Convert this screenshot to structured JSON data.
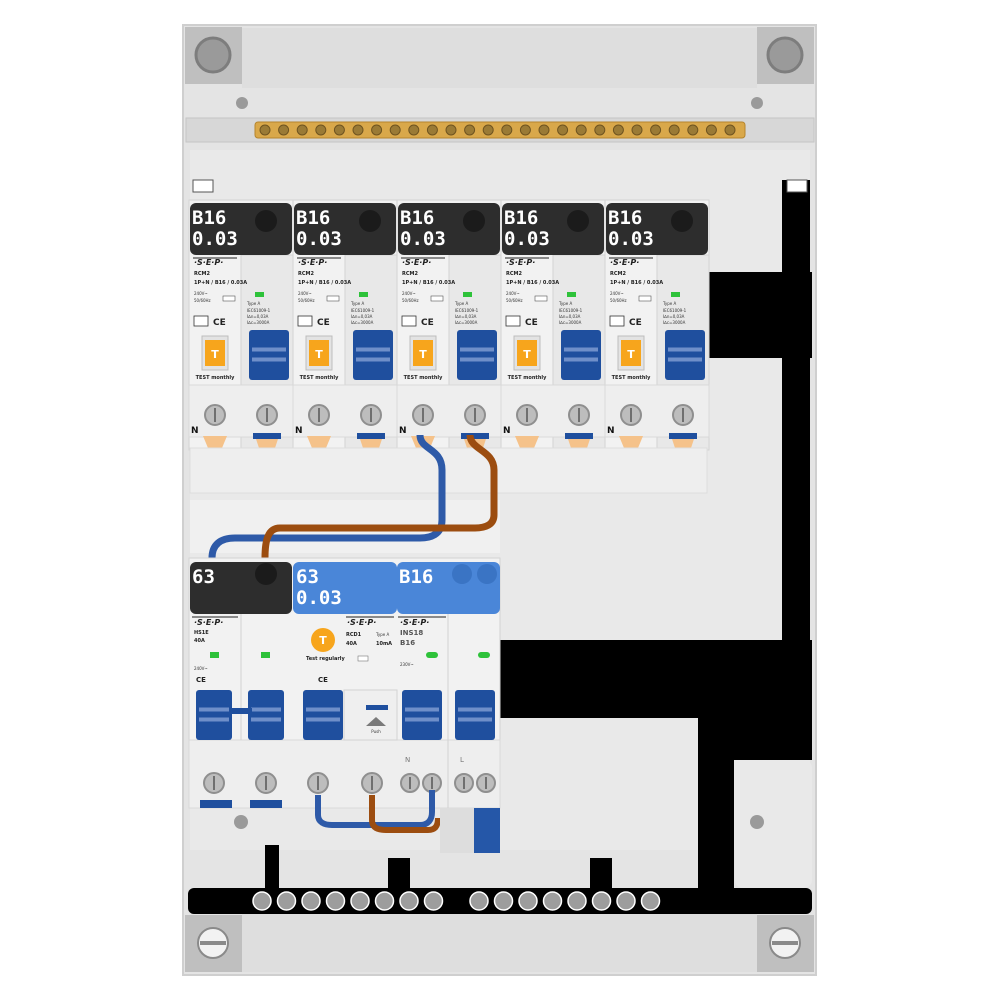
{
  "top_row": {
    "modules": [
      {
        "rating": "B16",
        "sensitivity": "0.03",
        "brand": "·S·E·P·",
        "model": "RCM2",
        "spec": "1P+N / B16 / 0.03A",
        "voltage": "240V~",
        "freq": "50/60Hz",
        "type": "Type A",
        "standard": "IEC61009-1",
        "idn": "I∆n=0,03A",
        "icn": "I∆c=3000A",
        "test_button": "T",
        "test_text": "TEST monthly",
        "terminal": "N"
      },
      {
        "rating": "B16",
        "sensitivity": "0.03",
        "brand": "·S·E·P·",
        "model": "RCM2",
        "spec": "1P+N / B16 / 0.03A",
        "voltage": "240V~",
        "freq": "50/60Hz",
        "type": "Type A",
        "standard": "IEC61009-1",
        "idn": "I∆n=0,03A",
        "icn": "I∆c=3000A",
        "test_button": "T",
        "test_text": "TEST monthly",
        "terminal": "N"
      },
      {
        "rating": "B16",
        "sensitivity": "0.03",
        "brand": "·S·E·P·",
        "model": "RCM2",
        "spec": "1P+N / B16 / 0.03A",
        "voltage": "240V~",
        "freq": "50/60Hz",
        "type": "Type A",
        "standard": "IEC61009-1",
        "idn": "I∆n=0,03A",
        "icn": "I∆c=3000A",
        "test_button": "T",
        "test_text": "TEST monthly",
        "terminal": "N"
      },
      {
        "rating": "B16",
        "sensitivity": "0.03",
        "brand": "·S·E·P·",
        "model": "RCM2",
        "spec": "1P+N / B16 / 0.03A",
        "voltage": "240V~",
        "freq": "50/60Hz",
        "type": "Type A",
        "standard": "IEC61009-1",
        "idn": "I∆n=0,03A",
        "icn": "I∆c=3000A",
        "test_button": "T",
        "test_text": "TEST monthly",
        "terminal": "N"
      },
      {
        "rating": "B16",
        "sensitivity": "0.03",
        "brand": "·S·E·P·",
        "model": "RCM2",
        "spec": "1P+N / B16 / 0.03A",
        "voltage": "240V~",
        "freq": "50/60Hz",
        "type": "Type A",
        "standard": "IEC61009-1",
        "idn": "I∆n=0,03A",
        "icn": "I∆c=3000A",
        "test_button": "T",
        "test_text": "TEST monthly",
        "terminal": "N"
      }
    ]
  },
  "bottom_row": {
    "main_switch": {
      "rating": "63",
      "brand": "·S·E·P·",
      "model": "HS1E",
      "spec": "40A",
      "text": "240V~",
      "terminal": ""
    },
    "rcd": {
      "rating": "63",
      "sensitivity": "0.03",
      "brand": "·S·E·P·",
      "model": "RCD1",
      "current": "40A",
      "idn": "10mA",
      "type": "Type A",
      "test_button": "T",
      "test_text": "Test regularly",
      "pushtext": "Push"
    },
    "mcb": {
      "rating": "B16",
      "brand": "·S·E·P·",
      "model": "INS18",
      "spec": "B16",
      "text": "230V~",
      "n_label": "N",
      "l_label": "L"
    }
  },
  "colors": {
    "enclosure": "#e6e6e6",
    "din_rail": "#d8d8d8",
    "busbar": "#000000",
    "label_black": "#2d2d2d",
    "label_blue": "#4a86d8",
    "toggle_blue": "#1f4f9e",
    "test_orange": "#f7a51c",
    "neutral_wire": "#2e5aa8",
    "live_wire": "#9c4d10",
    "terminal_bar": "#d9a84a",
    "led_green": "#2ec23a"
  }
}
